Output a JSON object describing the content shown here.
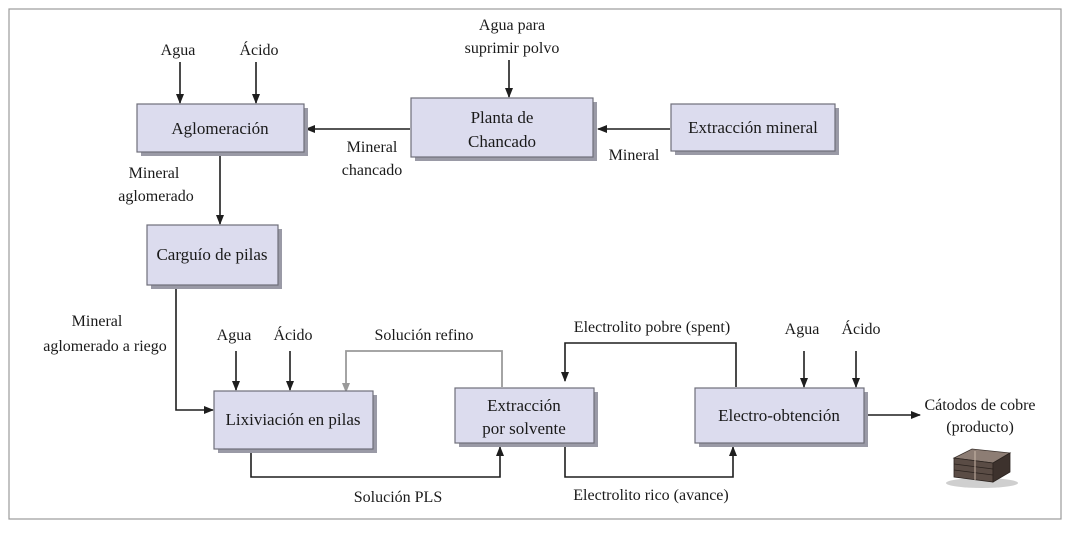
{
  "boxes": {
    "aglomeracion": "Aglomeración",
    "planta_l1": "Planta de",
    "planta_l2": "Chancado",
    "extraccion_mineral": "Extracción mineral",
    "carguio": "Carguío de pilas",
    "lixiviacion": "Lixiviación en pilas",
    "sx_l1": "Extracción",
    "sx_l2": "por solvente",
    "ew": "Electro-obtención"
  },
  "labels": {
    "agua_polvo_l1": "Agua para",
    "agua_polvo_l2": "suprimir polvo",
    "agua_1": "Agua",
    "acido_1": "Ácido",
    "mineral_chancado_l1": "Mineral",
    "mineral_chancado_l2": "chancado",
    "mineral": "Mineral",
    "mineral_aglomerado_l1": "Mineral",
    "mineral_aglomerado_l2": "aglomerado",
    "riego_l1": "Mineral",
    "riego_l2": "aglomerado a riego",
    "agua_2": "Agua",
    "acido_2": "Ácido",
    "solucion_refino": "Solución refino",
    "solucion_pls": "Solución PLS",
    "electrolito_pobre": "Electrolito pobre (spent)",
    "electrolito_rico": "Electrolito rico (avance)",
    "agua_3": "Agua",
    "acido_3": "Ácido",
    "catodos_l1": "Cátodos de cobre",
    "catodos_l2": "(producto)"
  },
  "colors": {
    "box_fill": "#dcdcee",
    "box_shadow": "#9a9aa6",
    "line": "#1e1e1e",
    "refino_line": "#9a9a9a",
    "frame": "#9b9b9b"
  },
  "icons": {
    "product": "copper-cathode-stack-icon"
  }
}
